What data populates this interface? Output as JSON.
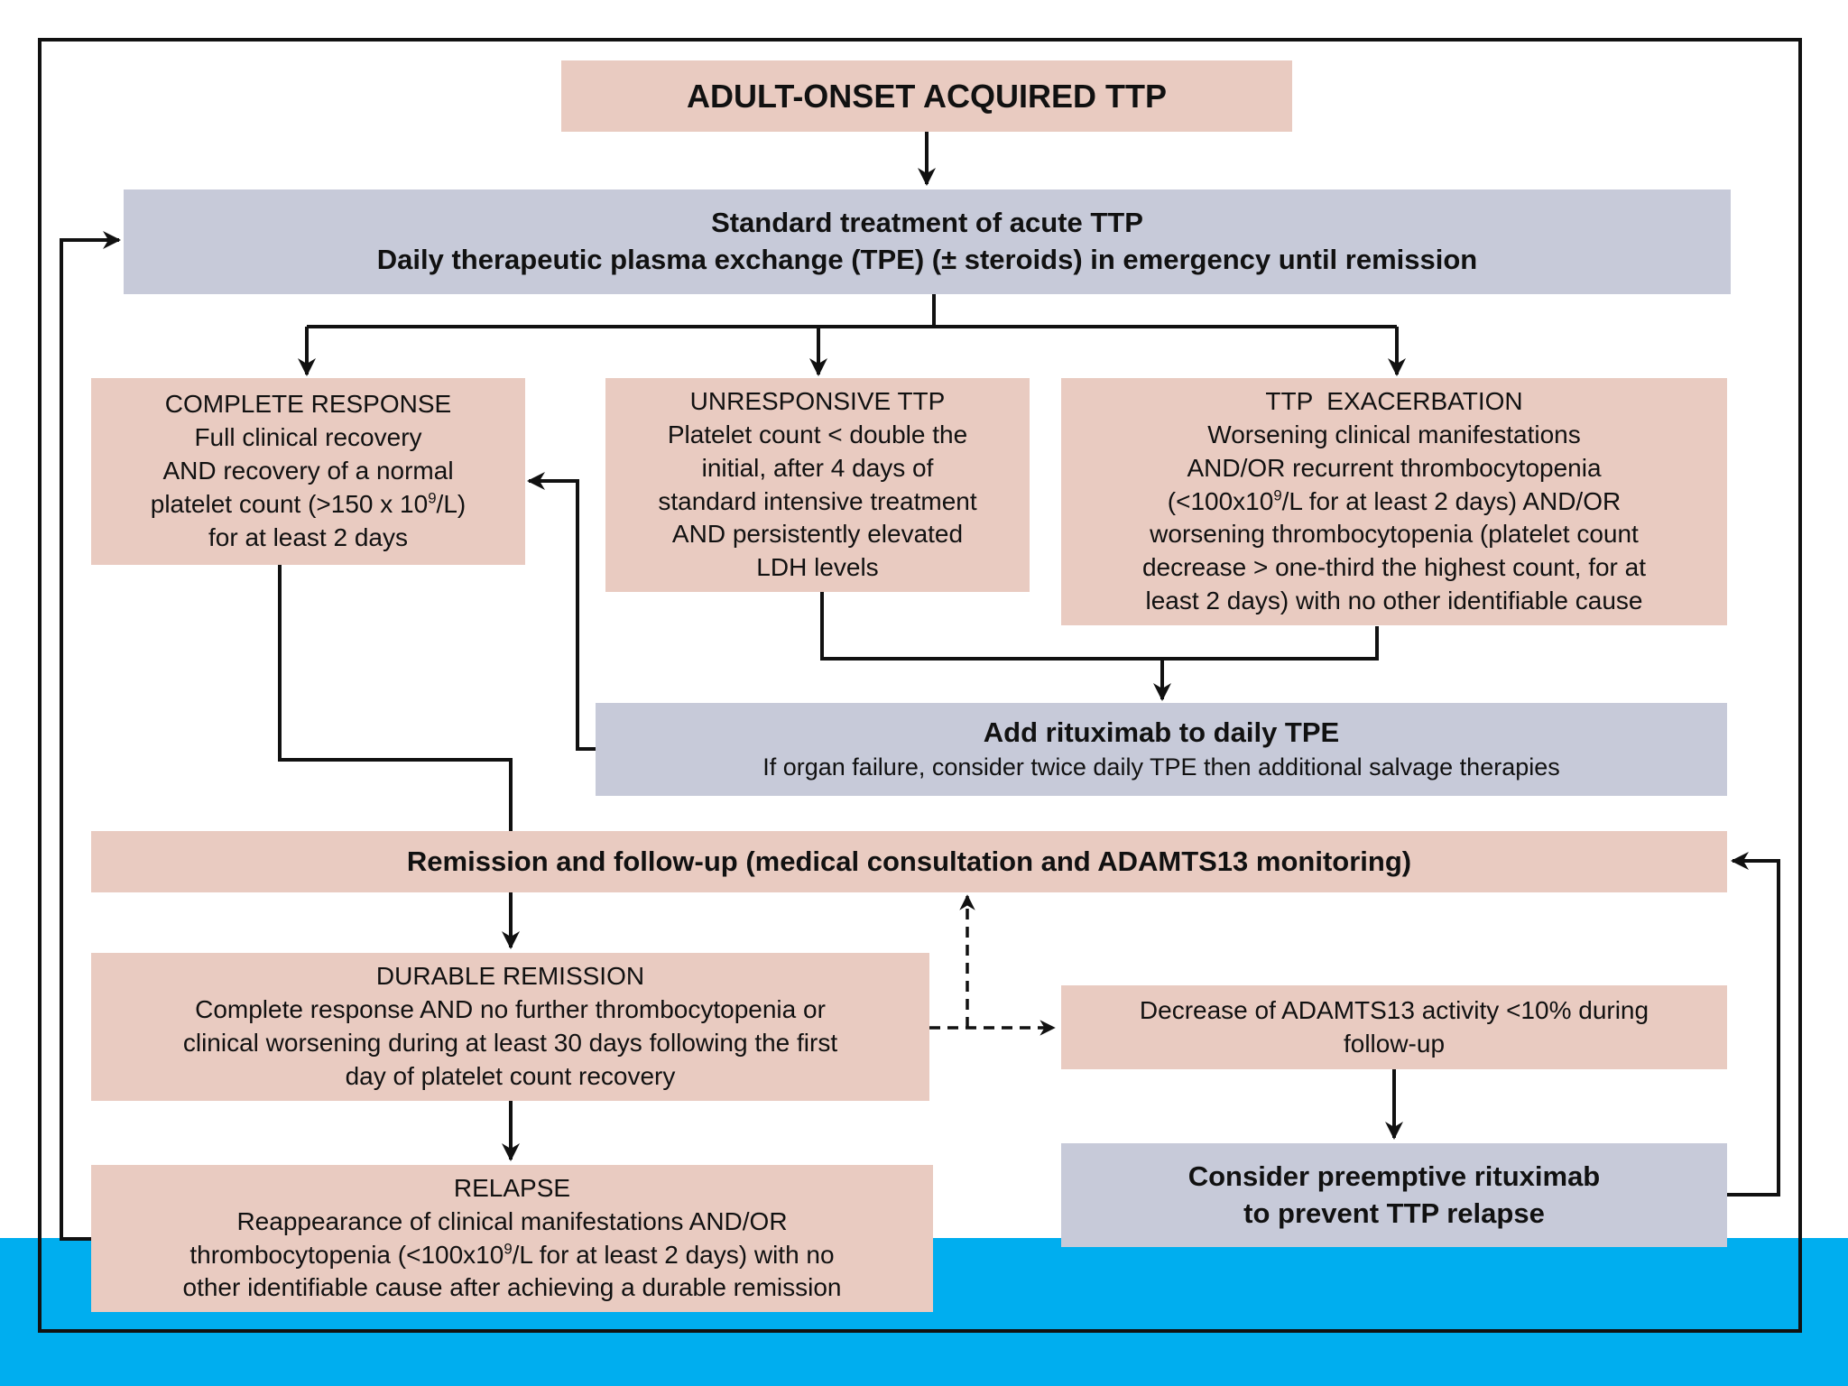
{
  "colors": {
    "pink_box": "#e9cbc1",
    "blue_box": "#c7cad9",
    "line": "#111111",
    "band": "#00aeef"
  },
  "boxes": {
    "title": {
      "text": "ADULT-ONSET ACQUIRED TTP"
    },
    "standard": {
      "line1": "Standard treatment of acute TTP",
      "line2": "Daily therapeutic plasma exchange (TPE) (± steroids) in emergency until remission"
    },
    "complete_response": {
      "heading": "COMPLETE RESPONSE",
      "line1": "Full clinical recovery",
      "line2": "AND recovery of a normal",
      "line3_pre": "platelet count (>150 x 10",
      "line3_sup": "9",
      "line3_post": "/L)",
      "line4": "for at least 2 days"
    },
    "unresponsive": {
      "heading": "UNRESPONSIVE TTP",
      "line1": "Platelet count < double the",
      "line2": "initial, after 4 days of",
      "line3": "standard intensive treatment",
      "line4": "AND persistently elevated",
      "line5": "LDH levels"
    },
    "exacerbation": {
      "heading": "TTP  EXACERBATION",
      "line1": "Worsening clinical manifestations",
      "line2": "AND/OR recurrent thrombocytopenia",
      "line3_pre": "(<100x10",
      "line3_sup": "9",
      "line3_post": "/L for at least 2 days) AND/OR",
      "line4": "worsening thrombocytopenia (platelet count",
      "line5": "decrease > one-third the highest count, for at",
      "line6": "least 2 days) with no other identifiable cause"
    },
    "rituximab": {
      "title": "Add rituximab to daily TPE",
      "subtitle": "If organ failure, consider twice daily TPE then additional salvage therapies"
    },
    "remission": {
      "text": "Remission and follow-up (medical consultation and ADAMTS13 monitoring)"
    },
    "durable": {
      "heading": "DURABLE REMISSION",
      "line1": "Complete response AND no further thrombocytopenia or",
      "line2": "clinical worsening during at least 30 days following the first",
      "line3": "day of platelet count recovery"
    },
    "decrease": {
      "line1": "Decrease of ADAMTS13 activity <10% during",
      "line2": "follow-up"
    },
    "preemptive": {
      "line1": "Consider preemptive rituximab",
      "line2": "to prevent TTP relapse"
    },
    "relapse": {
      "heading": "RELAPSE",
      "line1": "Reappearance of clinical manifestations AND/OR",
      "line2_pre": "thrombocytopenia (<100x10",
      "line2_sup": "9",
      "line2_post": "/L for at least 2 days) with no",
      "line3": "other identifiable cause after achieving a durable remission"
    }
  }
}
